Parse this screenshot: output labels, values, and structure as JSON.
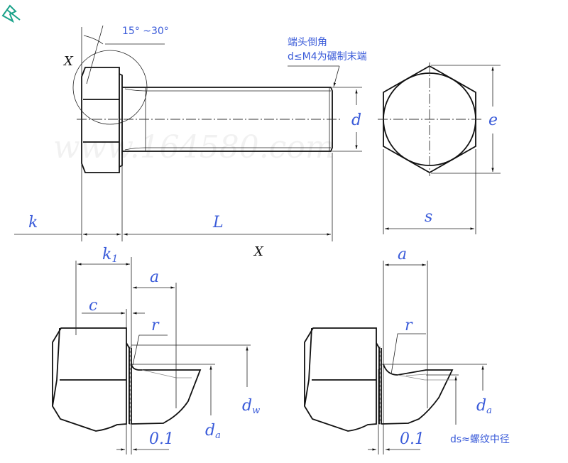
{
  "title": "Hex bolt dimension drawing",
  "watermark": "www.164580.com",
  "top_view": {
    "angle_label": "15° ~30°",
    "detail_marker": "X",
    "note_line1": "端头倒角",
    "note_line2": "d≤M4为碾制末端",
    "dim_d": "d",
    "dim_e": "e",
    "dim_s": "s",
    "dim_k": "k",
    "dim_L": "L",
    "detail_title": "X"
  },
  "detail_left": {
    "k1_main": "k",
    "k1_sub": "1",
    "a": "a",
    "c": "c",
    "r": "r",
    "dw_main": "d",
    "dw_sub": "w",
    "da_main": "d",
    "da_sub": "a",
    "tol": "0.1"
  },
  "detail_right": {
    "a": "a",
    "r": "r",
    "da_main": "d",
    "da_sub": "a",
    "tol": "0.1",
    "ds_note": "ds≈螺纹中径"
  },
  "colors": {
    "label": "#3a5bd9",
    "pin_icon": "#1aa28a"
  }
}
